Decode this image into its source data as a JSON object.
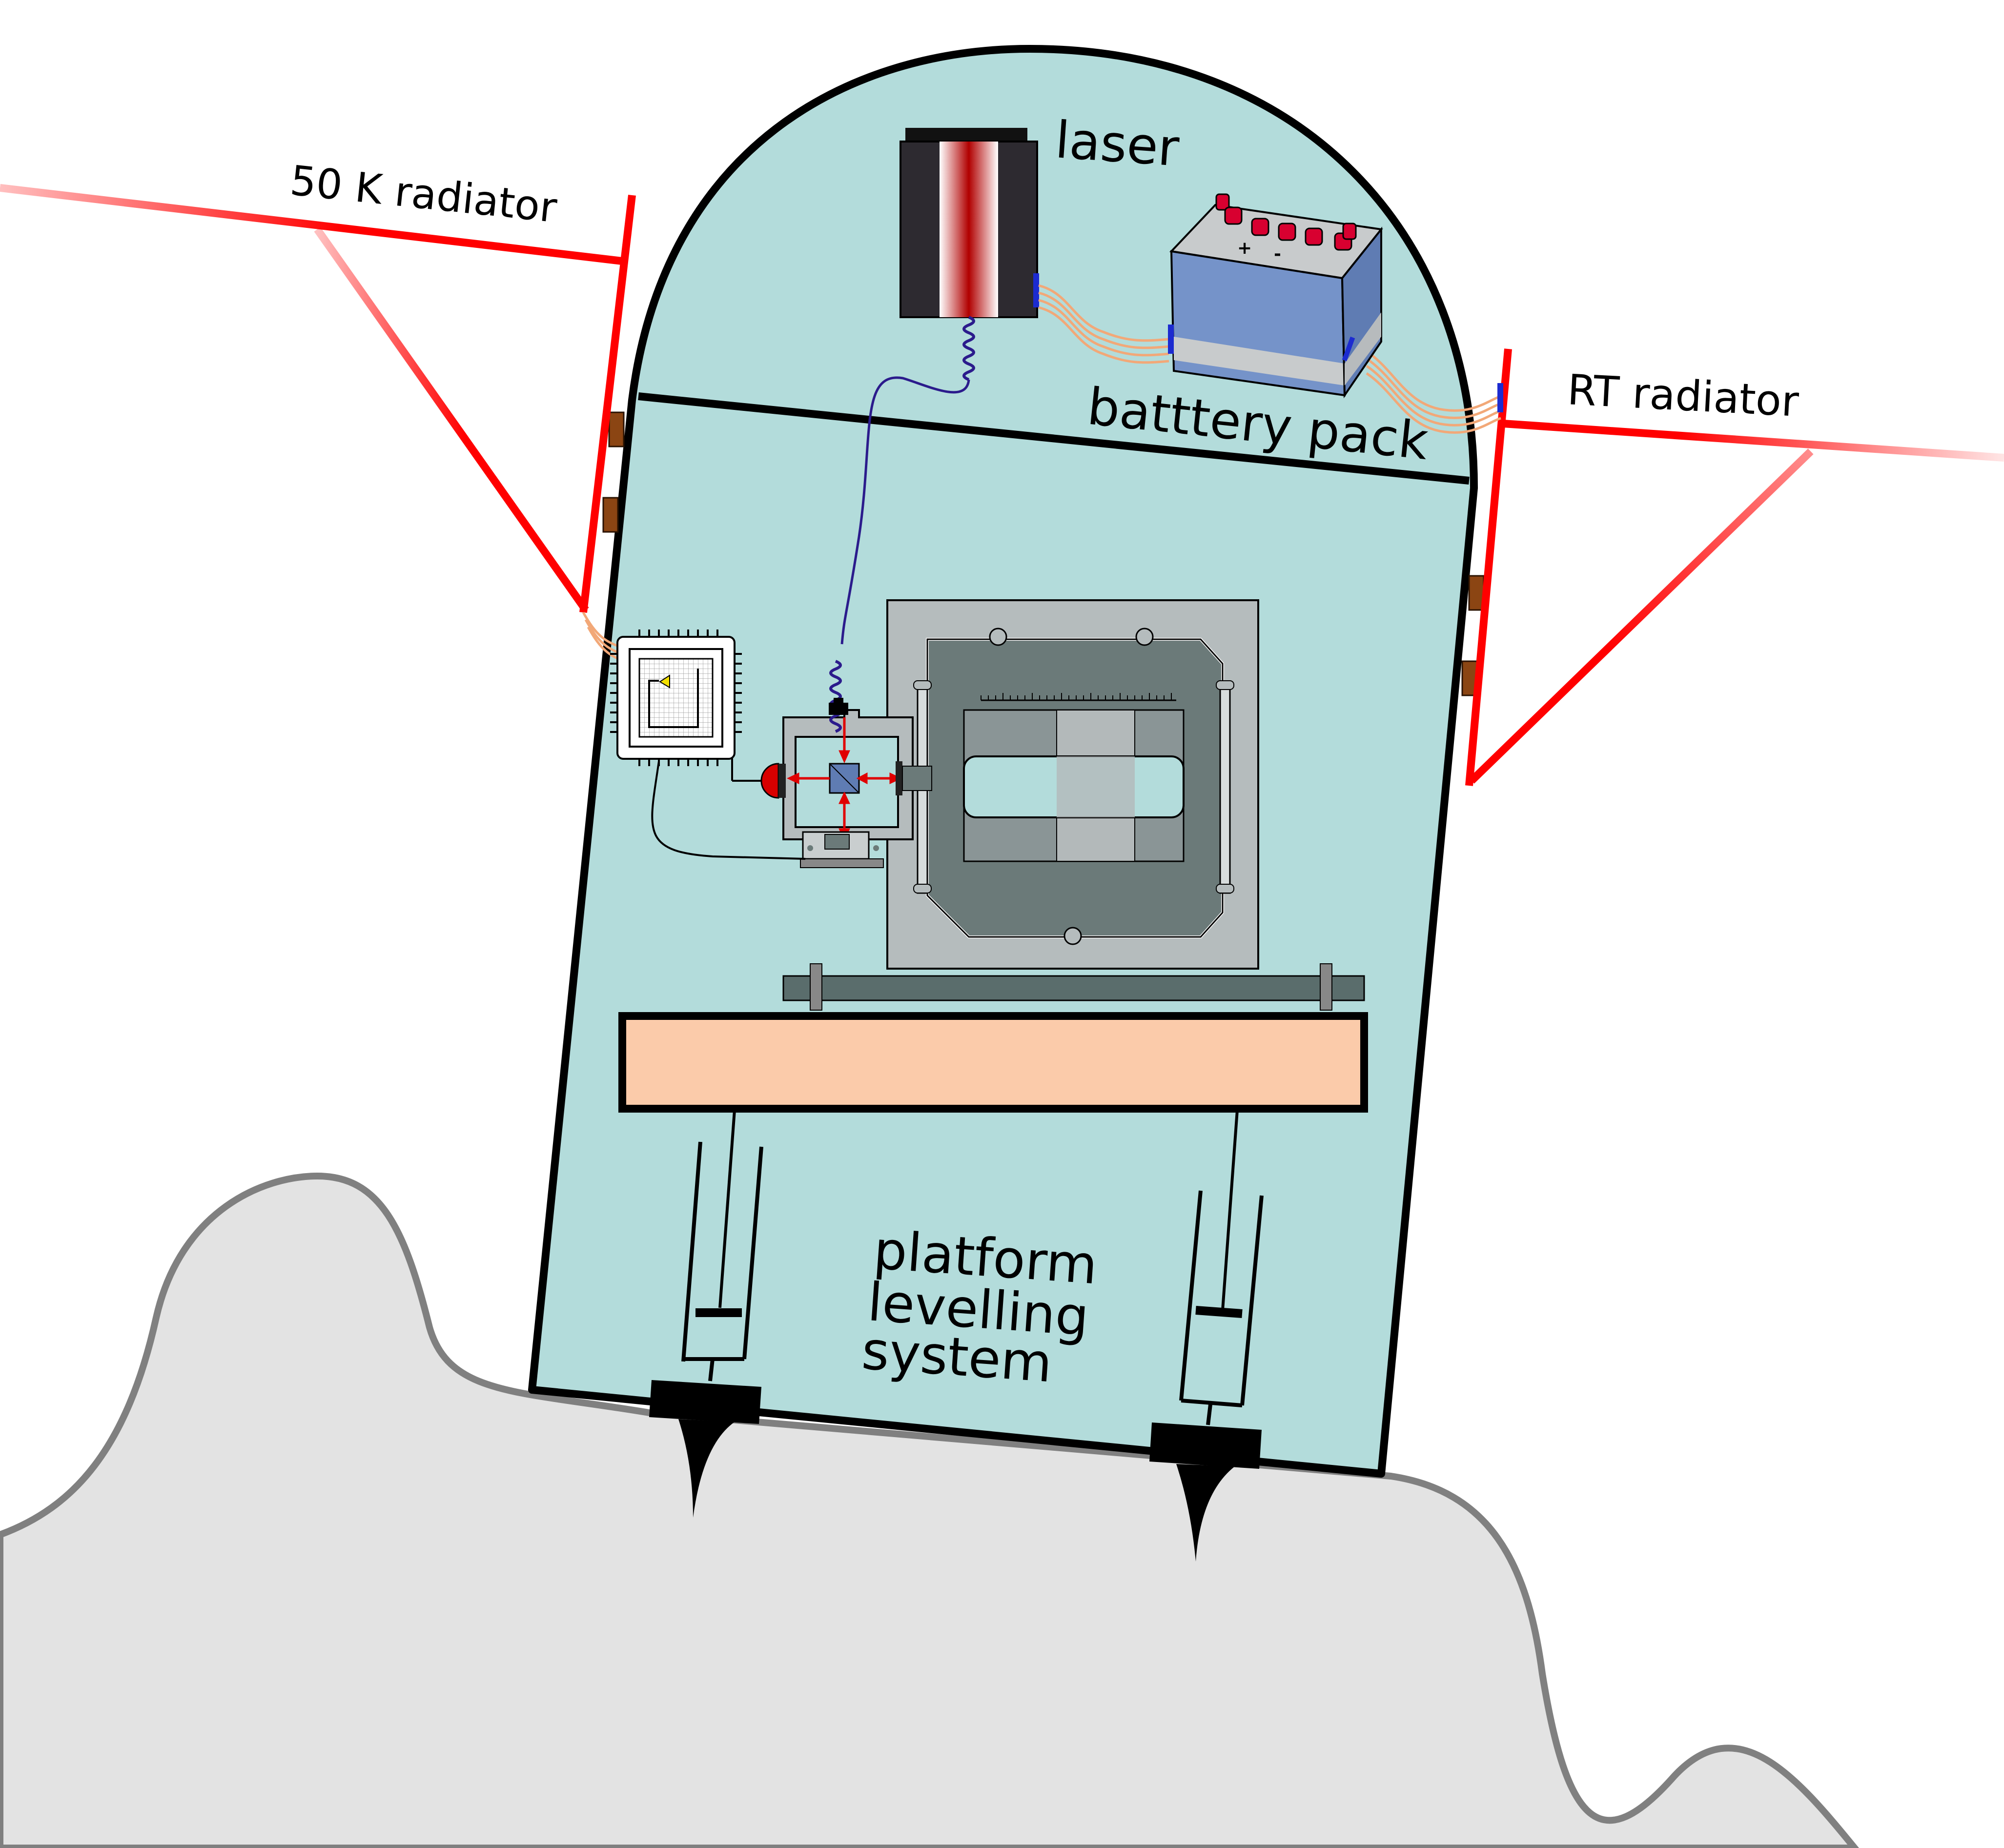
{
  "labels": {
    "laser": "laser",
    "battery": "batttery pack",
    "radiator_50k": "50 K radiator",
    "radiator_rt": "RT radiator",
    "platform_line1": "platform",
    "platform_line2": "levelling",
    "platform_line3": "system"
  },
  "battery_signs": {
    "plus": "+",
    "minus": "-"
  },
  "colors": {
    "capsule_fill": "#b3dcdb",
    "outline": "#000000",
    "radiator_red": "#ff0000",
    "terrain_fill": "#e3e3e3",
    "terrain_stroke": "#808080",
    "table_fill": "#fbcbaa",
    "laser_body": "#2d2a30",
    "laser_beam": "#b10000",
    "battery_body": "#7593c9",
    "battery_cap": "#d80030",
    "magnet_outer": "#b5bcbd",
    "magnet_inner": "#6b7a79",
    "wire_orange": "#f2a878",
    "fiber_blue": "#2b1b8c",
    "clamp_brown": "#8b4513"
  },
  "icons": {
    "laser": "laser-icon",
    "battery": "battery-icon",
    "chip": "chip-icon",
    "detector": "detector-icon",
    "beamsplitter": "beamsplitter-icon",
    "magnet": "magnet-icon"
  }
}
